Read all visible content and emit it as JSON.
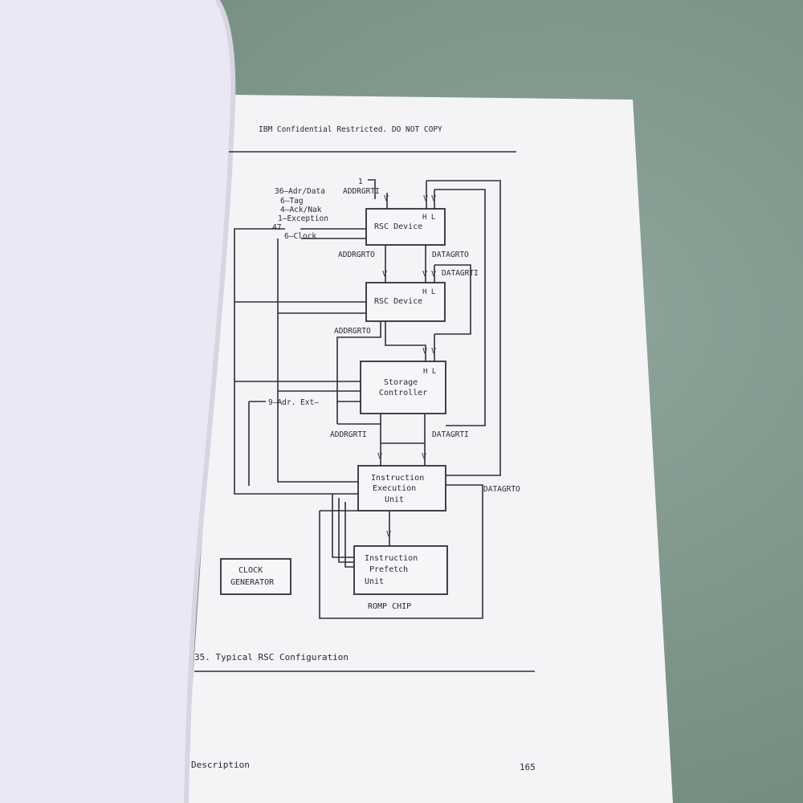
{
  "header": {
    "confidential": "IBM Confidential Restricted. DO NOT COPY"
  },
  "figure": {
    "caption": "35.  Typical RSC Configuration",
    "bus_labels": {
      "adr_data": "36—Adr/Data",
      "tag": "6—Tag",
      "ack_nak": "4—Ack/Nak",
      "exception": "1—Exception",
      "total": "47",
      "clock": "6—Clock",
      "adr_ext": "9—Adr. Ext—",
      "one": "1"
    },
    "signals": {
      "addrgrti": "ADDRGRTI",
      "addrgrto": "ADDRGRTO",
      "datagrto": "DATAGRTO",
      "datagrti": "DATAGRTI",
      "arrow": "V",
      "hl": "H L"
    },
    "blocks": {
      "rsc_device": "RSC Device",
      "storage_line1": "Storage",
      "storage_line2": "Controller",
      "ieu_line1": "Instruction",
      "ieu_line2": "Execution",
      "ieu_line3": "Unit",
      "ipu_line1": "Instruction",
      "ipu_line2": "Prefetch",
      "ipu_line3": "Unit",
      "clock_line1": "CLOCK",
      "clock_line2": "GENERATOR",
      "romp_chip": "ROMP CHIP"
    }
  },
  "footer": {
    "section": "Description",
    "page_number": "165"
  }
}
